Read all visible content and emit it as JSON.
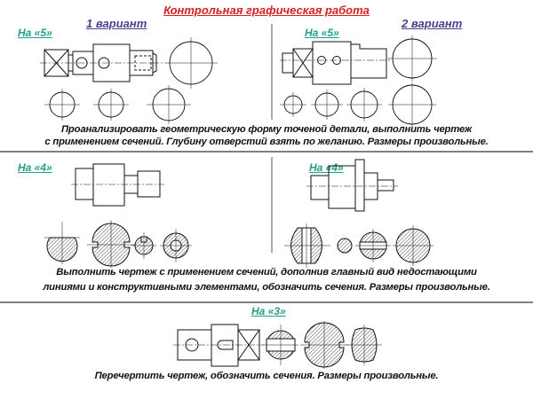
{
  "title": "Контрольная графическая работа",
  "section1": {
    "variant1": "1 вариант",
    "variant2": "2 вариант",
    "grade_left": "На «5»",
    "grade_right": "На «5»",
    "task_line1": "Проанализировать геометрическую форму точеной детали, выполнить чертеж",
    "task_line2": "с применением сечений. Глубину отверстий взять по желанию. Размеры произвольные."
  },
  "section2": {
    "grade_left": "На «4»",
    "grade_right": "На «4»",
    "task_line1": "Выполнить чертеж с применением сечений, дополнив главный вид недостающими",
    "task_line2": "линиями и конструктивными элементами, обозначить сечения. Размеры произвольные."
  },
  "section3": {
    "grade": "На «3»",
    "task_line1": "Перечертить чертеж, обозначить сечения. Размеры произвольные."
  },
  "colors": {
    "title": "#d42020",
    "variant": "#4a3f8f",
    "grade": "#22a08a"
  }
}
